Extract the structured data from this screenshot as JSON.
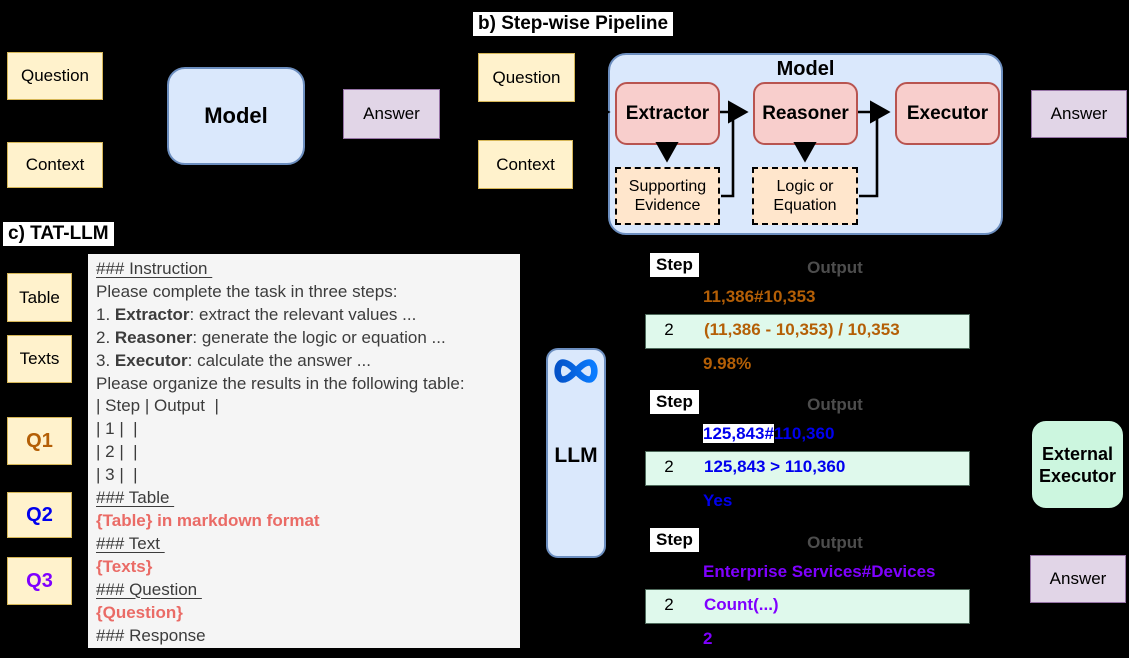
{
  "panel_a": {
    "question_label": "Question",
    "context_label": "Context",
    "model_label": "Model",
    "answer_label": "Answer"
  },
  "panel_b": {
    "title": "b) Step-wise Pipeline",
    "question_label": "Question",
    "context_label": "Context",
    "model_title": "Model",
    "stages": [
      {
        "label": "Extractor"
      },
      {
        "label": "Reasoner"
      },
      {
        "label": "Executor"
      }
    ],
    "artifacts": [
      {
        "label": "Supporting Evidence"
      },
      {
        "label": "Logic or Equation"
      }
    ],
    "answer_label": "Answer"
  },
  "panel_c": {
    "title": "c) TAT-LLM",
    "input_boxes": [
      {
        "label": "Table",
        "color": "#000000"
      },
      {
        "label": "Texts",
        "color": "#000000"
      },
      {
        "label": "Q1",
        "color": "#B45F06"
      },
      {
        "label": "Q2",
        "color": "#0000EE"
      },
      {
        "label": "Q3",
        "color": "#7F00FF"
      }
    ],
    "prompt": {
      "lines": [
        {
          "style": "heading",
          "text": "### Instruction"
        },
        {
          "style": "plain",
          "text": "Please complete the task in three steps:"
        },
        {
          "style": "numbered",
          "prefix": "1. ",
          "bold": "Extractor",
          "rest": ": extract the relevant values ..."
        },
        {
          "style": "numbered",
          "prefix": "2. ",
          "bold": "Reasoner",
          "rest": ": generate the logic or equation ..."
        },
        {
          "style": "numbered",
          "prefix": "3. ",
          "bold": "Executor",
          "rest": ": calculate the answer ..."
        },
        {
          "style": "plain",
          "text": "Please organize the results in the following table:"
        },
        {
          "style": "plain",
          "text": "| Step | Output  |"
        },
        {
          "style": "plain",
          "text": "| 1 |  |"
        },
        {
          "style": "plain",
          "text": "| 2 |  |"
        },
        {
          "style": "plain",
          "text": "| 3 |  |"
        },
        {
          "style": "heading",
          "text": "### Table"
        },
        {
          "style": "red",
          "text": "{Table} in markdown format"
        },
        {
          "style": "heading",
          "text": "### Text"
        },
        {
          "style": "red",
          "text": "{Texts}"
        },
        {
          "style": "heading",
          "text": "### Question"
        },
        {
          "style": "red",
          "text": "{Question}"
        },
        {
          "style": "plain",
          "text": "### Response"
        }
      ]
    },
    "llm_label": "LLM",
    "llm_logo": "meta-infinity-logo",
    "step_tables": [
      {
        "step_header": "Step",
        "output_header": "Output",
        "text_color": "#B45F06",
        "row1_segments": [
          {
            "text": "11,386#10,353",
            "highlight": false
          }
        ],
        "row2_step": "2",
        "row2_text": "(11,386 - 10,353) / 10,353",
        "row3_text": "9.98%"
      },
      {
        "step_header": "Step",
        "output_header": "Output",
        "text_color": "#0000EE",
        "row1_segments": [
          {
            "text": "125,843#",
            "highlight": true
          },
          {
            "text": "110,360",
            "highlight": false
          }
        ],
        "row2_step": "2",
        "row2_text": "125,843 > 110,360",
        "row3_text": "Yes"
      },
      {
        "step_header": "Step",
        "output_header": "Output",
        "text_color": "#7F00FF",
        "row1_segments": [
          {
            "text": "Enterprise Services#Devices",
            "highlight": false
          }
        ],
        "row2_step": "2",
        "row2_text": "Count(...)",
        "row3_text": "2"
      }
    ],
    "external_executor_label": "External Executor",
    "answer_label": "Answer"
  },
  "colors": {
    "background": "#000000",
    "yellow_fill": "#FFF2CC",
    "blue_fill": "#DAE8FC",
    "blue_border": "#6C8EBF",
    "pink_fill": "#F8CECC",
    "pink_border": "#B85450",
    "peach_fill": "#FFE6CC",
    "purple_fill": "#E1D5E7",
    "mint_fill": "#DFF9EC",
    "external_executor_fill": "#CCF6DF",
    "prompt_fill": "#F5F5F5",
    "orange_text": "#B45F06",
    "blue_text": "#0000EE",
    "purple_text": "#7F00FF",
    "red_text": "#EA6B66",
    "gray_text": "#4D4D4D",
    "meta_blue": "#0866FF"
  }
}
